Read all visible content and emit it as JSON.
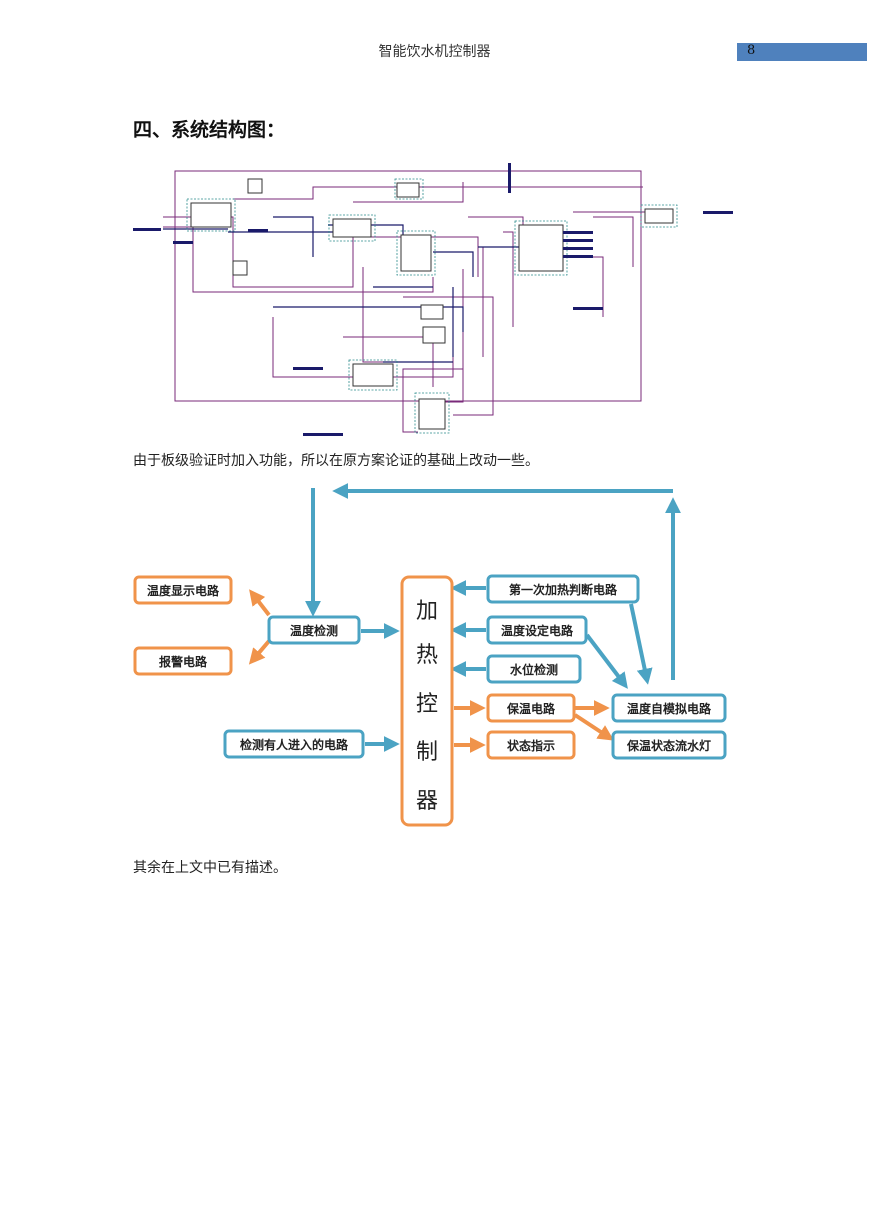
{
  "header": {
    "title": "智能饮水机控制器",
    "page_number": "8"
  },
  "section": {
    "heading": "四、系统结构图："
  },
  "paragraphs": {
    "intro": "由于板级验证时加入功能，所以在原方案论证的基础上改动一些。",
    "outro": "其余在上文中已有描述。"
  },
  "diagram": {
    "controller_chars": [
      "加",
      "热",
      "控",
      "制",
      "器"
    ],
    "nodes": {
      "temp_display": "温度显示电路",
      "alarm": "报警电路",
      "temp_detect": "温度检测",
      "person_detect": "检测有人进入的电路",
      "first_heat": "第一次加热判断电路",
      "temp_set": "温度设定电路",
      "water_level": "水位检测",
      "keep_warm": "保温电路",
      "status": "状态指示",
      "temp_sim": "温度自模拟电路",
      "warm_led": "保温状态流水灯"
    },
    "colors": {
      "blue": "#4ba3c3",
      "orange": "#f0934a",
      "header_bar": "#4f81bd"
    }
  }
}
